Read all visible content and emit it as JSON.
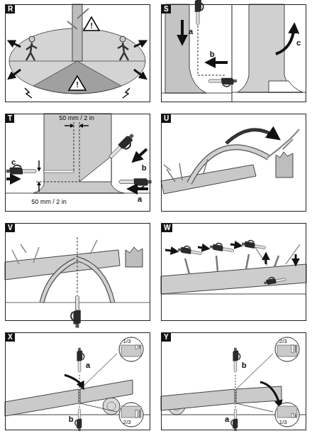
{
  "diagram": {
    "nodes": [
      {
        "text": [
          "R"
        ]
      },
      {
        "text": [
          "S"
        ]
      },
      {
        "text": [
          "T"
        ]
      },
      {
        "text": [
          "U"
        ]
      },
      {
        "text": [
          "V"
        ]
      },
      {
        "text": [
          "W"
        ]
      },
      {
        "text": [
          "X"
        ]
      },
      {
        "text": [
          "Y"
        ]
      }
    ],
    "labels": [
      "!",
      "!",
      "a",
      "b",
      "c",
      "50 mm / 2 in",
      "b",
      "c",
      "a",
      "50 mm / 2 in",
      "1/3",
      "a",
      "b",
      "2/3",
      "b",
      "2/3",
      "a",
      "1/3"
    ]
  }
}
